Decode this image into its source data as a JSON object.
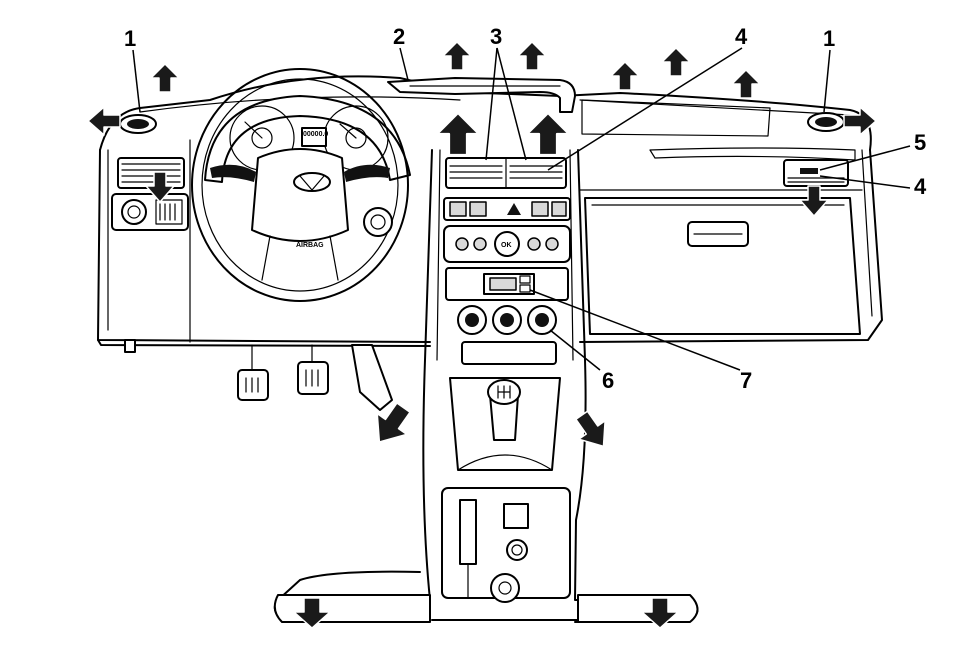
{
  "figure": {
    "background": "#ffffff",
    "ink": "#000000",
    "arrow_color": "#1a1a1a"
  },
  "callouts": {
    "c1_left": "1",
    "c1_right": "1",
    "c2": "2",
    "c3": "3",
    "c4_top": "4",
    "c4_right": "4",
    "c5": "5",
    "c6": "6",
    "c7": "7"
  },
  "panel_labels": {
    "ok_button": "OK",
    "airbag": "AIRBAG",
    "odometer": "00000.0"
  }
}
